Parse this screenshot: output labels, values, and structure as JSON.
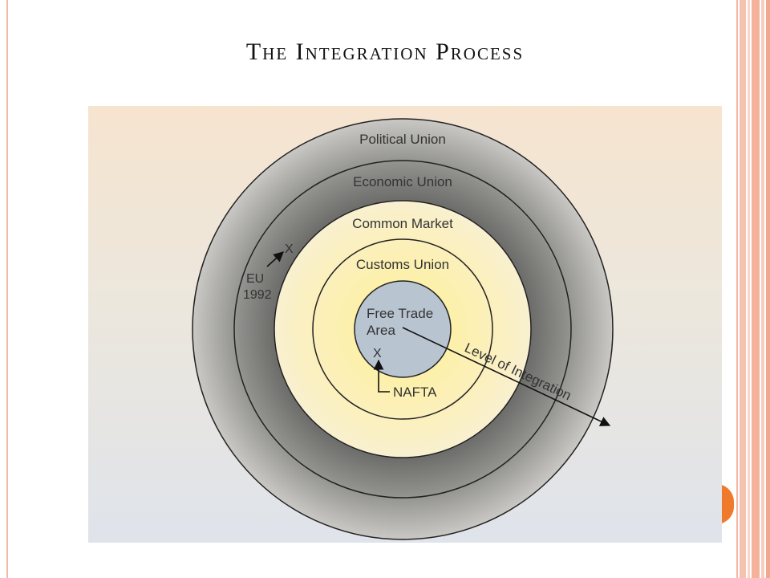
{
  "slide": {
    "title": "The Integration Process"
  },
  "diagram": {
    "rings": [
      {
        "label": "Political Union"
      },
      {
        "label": "Economic Union"
      },
      {
        "label": "Common Market"
      },
      {
        "label": "Customs Union"
      },
      {
        "label": "Free Trade"
      }
    ],
    "center_label_line2": "Area",
    "axis_label": "Level of Integration",
    "markers": {
      "eu_symbol": "X",
      "eu_line1": "EU",
      "eu_line2": "1992",
      "nafta_symbol": "X",
      "nafta_label": "NAFTA"
    }
  },
  "colors": {
    "accent": "#f07a2c",
    "frame": "#f4b9a6",
    "center_fill": "#b9c4d1",
    "inner_ring_fill": "#fbf2b8",
    "outer_ring_fill": "#8a8a88"
  }
}
